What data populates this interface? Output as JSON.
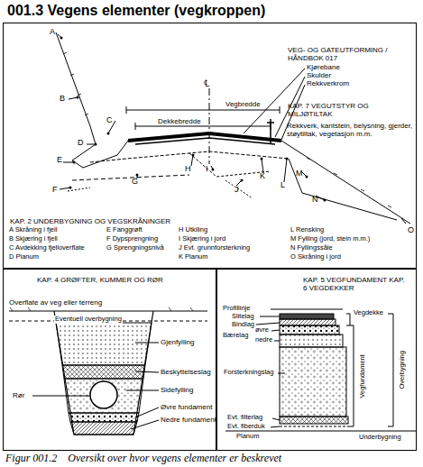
{
  "diagram": {
    "title": "001.3 Vegens elementer (vegkroppen)",
    "caption": "Figur 001.2    Oversikt over hvor vegens elementer er beskrevet",
    "nodes": [
      {
        "text": [
          "VEG- OG GATEUTFORMING / HÅNDBOK 017",
          "KAP. 7 VEGUTSTYR OG MILJØTILTAK",
          "KAP. 2 UNDERBYGNING OG VEGSKRÅNINGER"
        ]
      },
      {
        "text": [
          "KAP. 4 GRØFTER, KUMMER OG RØR"
        ]
      },
      {
        "text": [
          "KAP. 5 VEGFUNDAMENT KAP. 6 VEGDEKKER"
        ]
      }
    ],
    "labels": [
      "A",
      "B",
      "C",
      "D",
      "E",
      "F",
      "G",
      "H",
      "I",
      "J",
      "K",
      "L",
      "M",
      "N",
      "O",
      "℄",
      "Kjørebane",
      "Skulder",
      "Rekkverkrom",
      "Vegbredde",
      "Dekkebredde",
      "Rekkverk, kantstein, belysning, gjerder, støytiltak, vegetasjon m.m.",
      "A Skråning i fjell",
      "B Skjæring i fjell",
      "C Avdekking fjelloverflate",
      "D Planum",
      "E Fanggrøft",
      "F Dypsprengning",
      "G Sprengningsnivå",
      "H Utkiling",
      "I Skjæring i jord",
      "J Evt. grunnforsterkning",
      "K Planum",
      "L Rensking",
      "M Fylling (jord, stein m.m.)",
      "N Fyllingssåle",
      "O Skråning i jord",
      "Overflate av veg eller terreng",
      "Eventuell overbygning",
      "Gjenfylling",
      "Beskyttelseslag",
      "Rør",
      "Sidefylling",
      "Øvre fundament",
      "Nedre fundament",
      "Profillinje",
      "Slitelag",
      "Bindlag",
      "Bærelag",
      "øvre",
      "nedre",
      "Forsterkningslag",
      "Evt. filterlag",
      "Evt. fiberduk",
      "Planum",
      "Vegdekke",
      "Vegfundament",
      "Overbygning",
      "Underbygning"
    ]
  }
}
